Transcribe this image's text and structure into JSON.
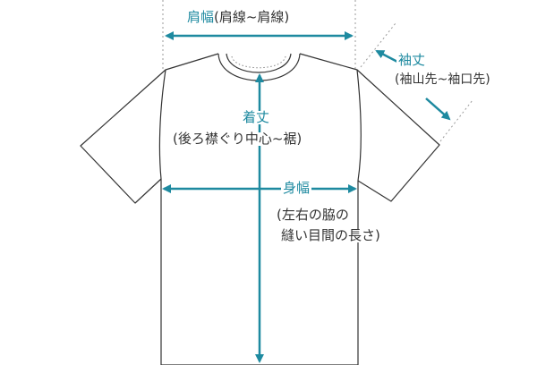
{
  "colors": {
    "accent": "#1e8aa0",
    "outline": "#333333",
    "guide": "#9a9a9a",
    "background": "#ffffff"
  },
  "labels": {
    "shoulder_width": "肩幅",
    "shoulder_width_note": "(肩線~肩線)",
    "sleeve_length": "袖丈",
    "sleeve_length_note": "(袖山先~袖口先)",
    "body_length": "着丈",
    "body_length_note": "(後ろ襟ぐり中心~裾)",
    "body_width": "身幅",
    "body_width_note_line1": "(左右の脇の",
    "body_width_note_line2": "縫い目間の長さ)"
  }
}
